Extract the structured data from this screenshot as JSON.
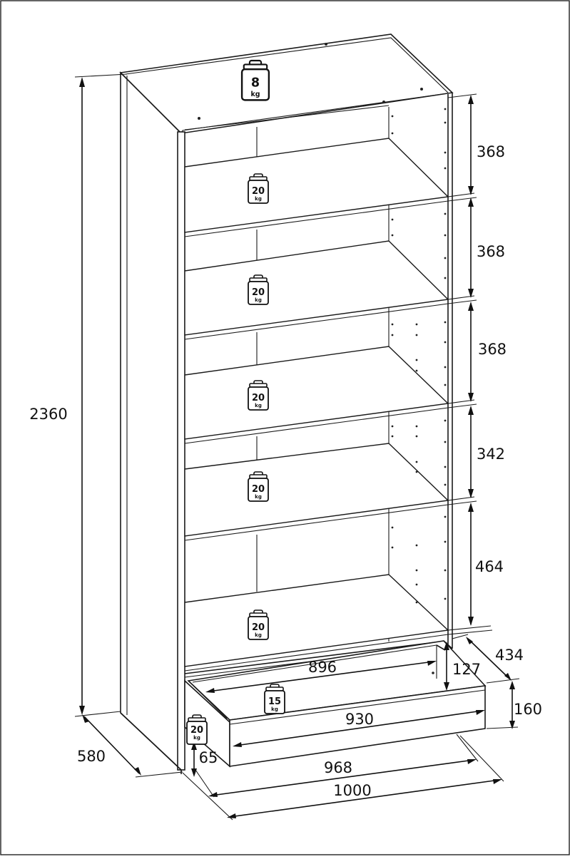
{
  "dimensions": {
    "total_height": "2360",
    "depth": "580",
    "width_outer": "1000",
    "drawer_front_width": "968",
    "drawer_inner_width": "930",
    "drawer_box_width": "896",
    "drawer_front_height": "160",
    "drawer_box_height": "127",
    "drawer_pull_out": "434",
    "plinth_height": "65",
    "compartments": [
      "368",
      "368",
      "368",
      "342",
      "464"
    ]
  },
  "loads": {
    "top_value": "8",
    "shelves_value": "20",
    "drawer_value": "15",
    "base_value": "20",
    "unit": "kg"
  }
}
